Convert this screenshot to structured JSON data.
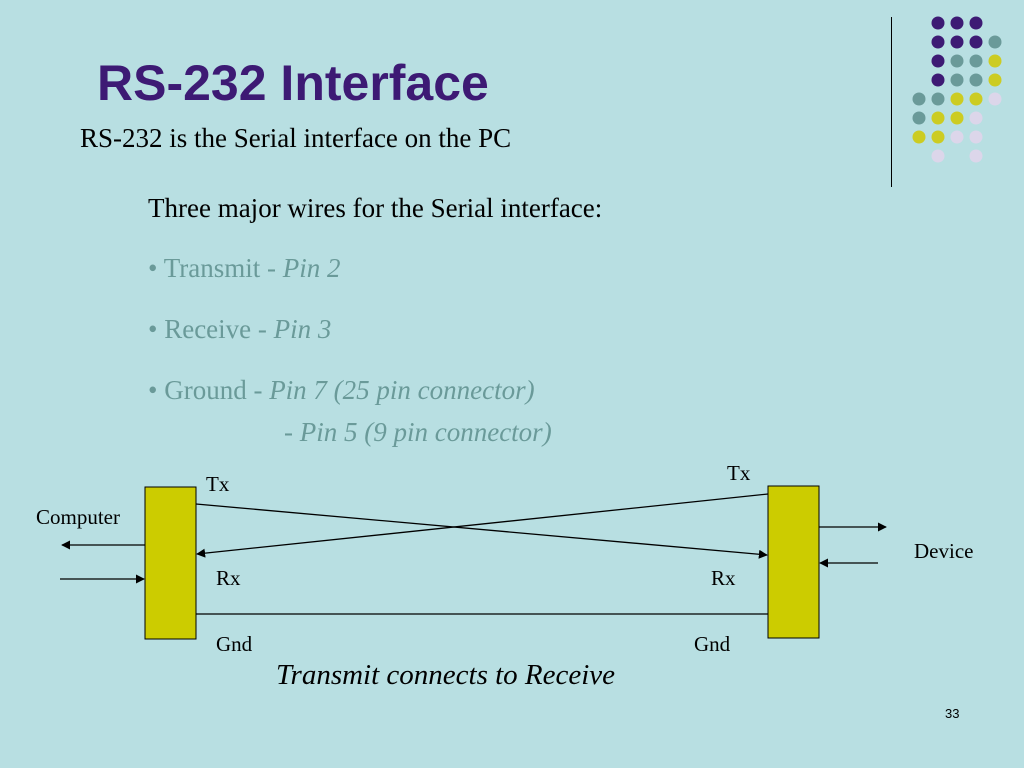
{
  "slide": {
    "title": "RS-232 Interface",
    "subtitle": "RS-232 is the Serial interface on the PC",
    "intro": "Three major wires for the Serial interface:",
    "bullets": [
      {
        "label": "• Transmit - ",
        "detail": "Pin 2"
      },
      {
        "label": "• Receive - ",
        "detail": "Pin 3"
      },
      {
        "label": "• Ground - ",
        "detail": "Pin 7 (25 pin connector)"
      },
      {
        "label": "",
        "detail": "- Pin 5 (9 pin connector)"
      }
    ],
    "caption": "Transmit connects to Receive",
    "page_number": "33"
  },
  "diagram": {
    "left_label": "Computer",
    "right_label": "Device",
    "left_pins": {
      "tx": "Tx",
      "rx": "Rx",
      "gnd": "Gnd"
    },
    "right_pins": {
      "tx": "Tx",
      "rx": "Rx",
      "gnd": "Gnd"
    }
  },
  "colors": {
    "background": "#b8dfe2",
    "title": "#3d1a74",
    "bullet": "#6a9a99",
    "connector_fill": "#cccc00",
    "dot_purple": "#3d1a74",
    "dot_teal": "#6a9a99",
    "dot_yellow": "#cccc22",
    "dot_lavender": "#dcd6ea"
  },
  "decoration": {
    "dot_grid": [
      [
        "",
        "purple",
        "purple",
        "purple",
        ""
      ],
      [
        "",
        "purple",
        "purple",
        "purple",
        "teal"
      ],
      [
        "",
        "purple",
        "teal",
        "teal",
        "yellow"
      ],
      [
        "",
        "purple",
        "teal",
        "teal",
        "yellow"
      ],
      [
        "teal",
        "teal",
        "yellow",
        "yellow",
        "lavender"
      ],
      [
        "teal",
        "yellow",
        "yellow",
        "lavender",
        ""
      ],
      [
        "yellow",
        "yellow",
        "lavender",
        "lavender",
        ""
      ],
      [
        "",
        "lavender",
        "",
        "lavender",
        ""
      ]
    ]
  }
}
